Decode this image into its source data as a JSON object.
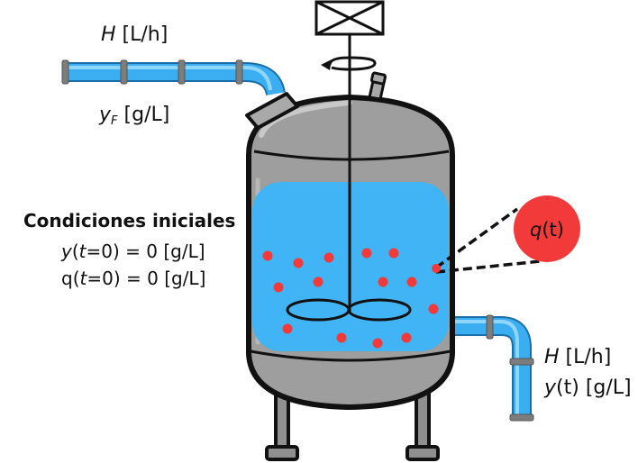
{
  "inlet": {
    "flow_var": "H",
    "flow_unit": "[L/h]",
    "conc_var": "y",
    "conc_sub": "F",
    "conc_unit": "[g/L]"
  },
  "outlet": {
    "flow_var": "H",
    "flow_unit": "[L/h]",
    "conc_var": "y",
    "conc_arg": "(t)",
    "conc_unit": "[g/L]"
  },
  "initial_conditions": {
    "title": "Condiciones iniciales",
    "line1": {
      "var": "y",
      "open": "(",
      "arg": "t",
      "rest": "=0) = 0 [g/L]"
    },
    "line2": {
      "var": "q",
      "open": "(",
      "arg": "t",
      "rest": "=0) = 0 [g/L]"
    }
  },
  "particle_callout": {
    "var": "q",
    "arg": "(t)"
  },
  "colors": {
    "liquid": "#40b4f5",
    "pipe": "#3aaef0",
    "pipe_joint": "#808080",
    "vessel": "#9e9e9e",
    "outline": "#111111",
    "particle": "#f23a3a"
  },
  "icons": [
    "motor-box-icon",
    "rotation-arrow-icon",
    "impeller-icon"
  ]
}
